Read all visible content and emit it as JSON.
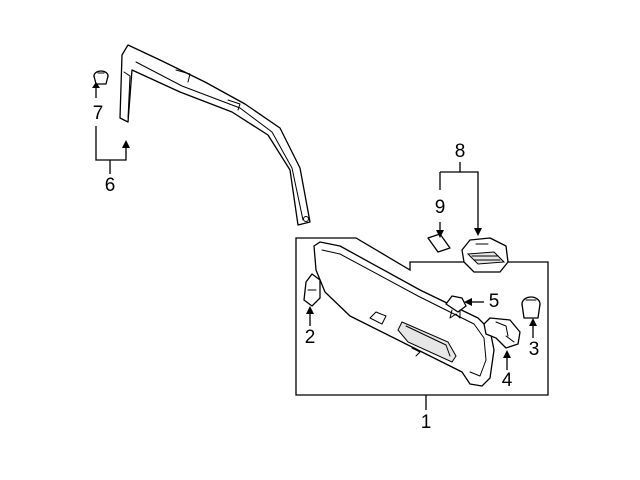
{
  "callouts": {
    "c1": "1",
    "c2": "2",
    "c3": "3",
    "c4": "4",
    "c5": "5",
    "c6": "6",
    "c7": "7",
    "c8": "8",
    "c9": "9"
  },
  "colors": {
    "line": "#000000",
    "background": "#ffffff",
    "shade": "#e6e6e6"
  }
}
